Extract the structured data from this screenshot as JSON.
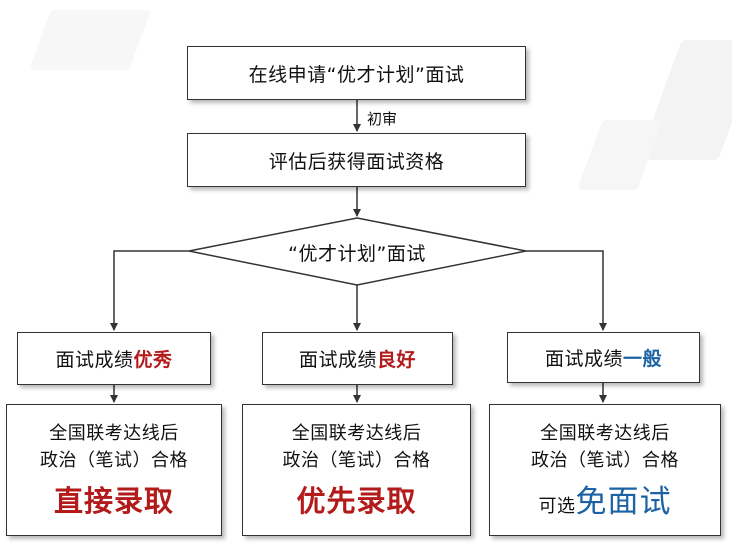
{
  "colors": {
    "red": "#b31b1b",
    "blue": "#1b63a5",
    "line": "#333333"
  },
  "flow": {
    "start": "在线申请“优才计划”面试",
    "edge_label": "初审",
    "eligibility": "评估后获得面试资格",
    "decision": "“优才计划”面试",
    "branches": [
      {
        "result_prefix": "面试成绩",
        "result_grade": "优秀",
        "line1": "全国联考达线后",
        "line2": "政治（笔试）合格",
        "outcome": "直接录取"
      },
      {
        "result_prefix": "面试成绩",
        "result_grade": "良好",
        "line1": "全国联考达线后",
        "line2": "政治（笔试）合格",
        "outcome": "优先录取"
      },
      {
        "result_prefix": "面试成绩",
        "result_grade": "一般",
        "line1": "全国联考达线后",
        "line2": "政治（笔试）合格",
        "outcome_prefix": "可选",
        "outcome": "免面试"
      }
    ]
  }
}
